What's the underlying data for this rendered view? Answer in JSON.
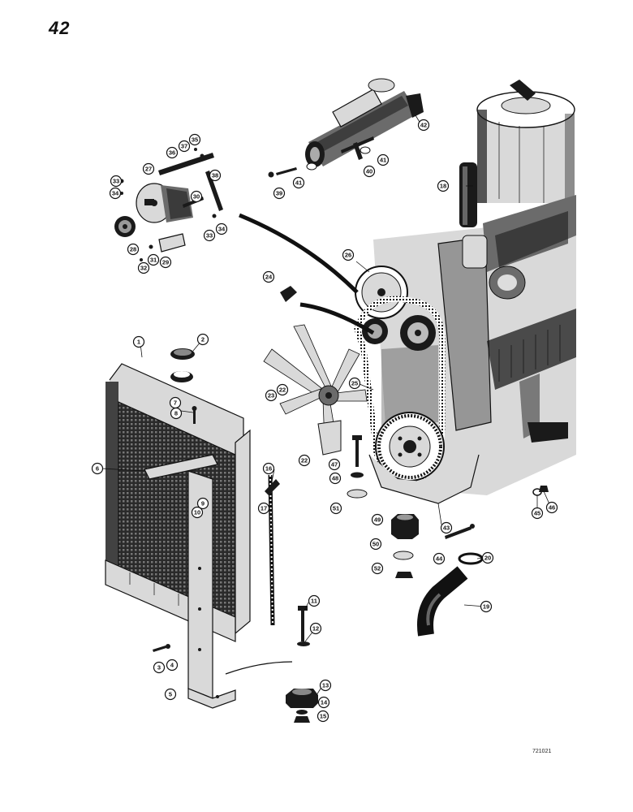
{
  "page_number": "42",
  "figure_code": "721021",
  "callouts": [
    "1",
    "2",
    "3",
    "4",
    "5",
    "6",
    "7",
    "8",
    "9",
    "10",
    "11",
    "12",
    "13",
    "14",
    "15",
    "16",
    "17",
    "18",
    "19",
    "20",
    "22",
    "23",
    "24",
    "25",
    "26",
    "27",
    "28",
    "29",
    "30",
    "31",
    "32",
    "33",
    "34",
    "35",
    "36",
    "37",
    "38",
    "39",
    "40",
    "41",
    "42",
    "43",
    "44",
    "45",
    "46",
    "47",
    "48",
    "49",
    "50",
    "51",
    "52"
  ]
}
